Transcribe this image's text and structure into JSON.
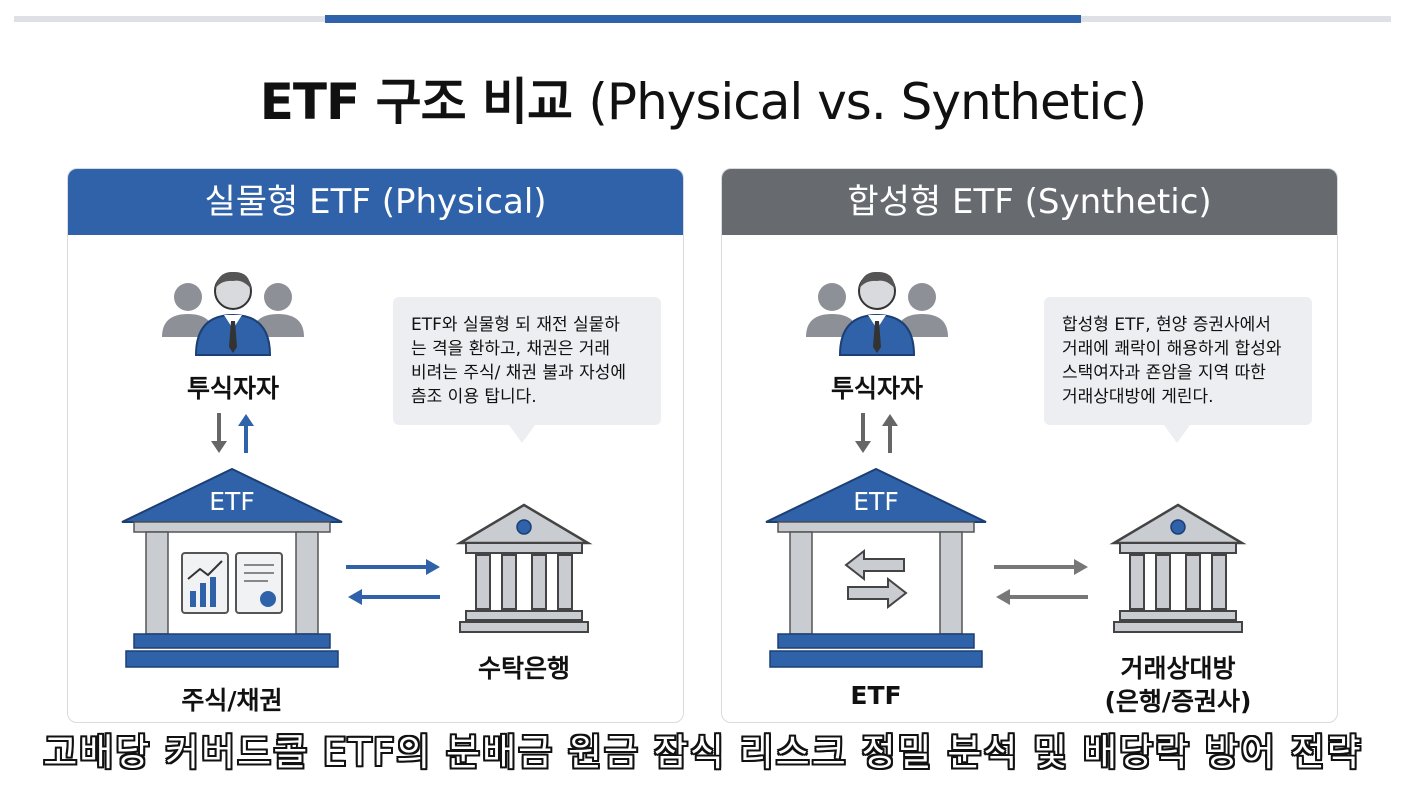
{
  "title": {
    "main": "ETF 구조 비교",
    "sub": "(Physical vs. Synthetic)"
  },
  "colors": {
    "accent_blue": "#2f62a8",
    "header_grey": "#676b70",
    "bubble_bg": "#eceef1"
  },
  "physical": {
    "header": "실물형 ETF (Physical)",
    "investor_label": "투식자자",
    "bubble_lines": [
      "ETF와 실물형 되 재전 실뭍하",
      "는 격을 환하고, 채권은 거래",
      "비려는 주식/ 채권 불과 자성에",
      "츰조 이용 탑니다."
    ],
    "etf_label": "ETF",
    "asset_label": "주식/채권",
    "bank_label": "수탁은행"
  },
  "synthetic": {
    "header": "합성형 ETF (Synthetic)",
    "investor_label": "투식자자",
    "bubble_lines": [
      "합성형 ETF, 현양 증권사에서",
      "거래에 쾌락이 해용하게 합성와",
      "스택여자과 죤암을 지역 따한",
      "거래상대방에 게린다."
    ],
    "etf_label": "ETF",
    "asset_label": "ETF",
    "counterparty_label_1": "거래상대방",
    "counterparty_label_2": "(은행/증권사)"
  },
  "caption": "고배당 커버드콜 ETF의 분배금 원금 잠식 리스크 정밀 분석 및 배당락 방어 전략"
}
